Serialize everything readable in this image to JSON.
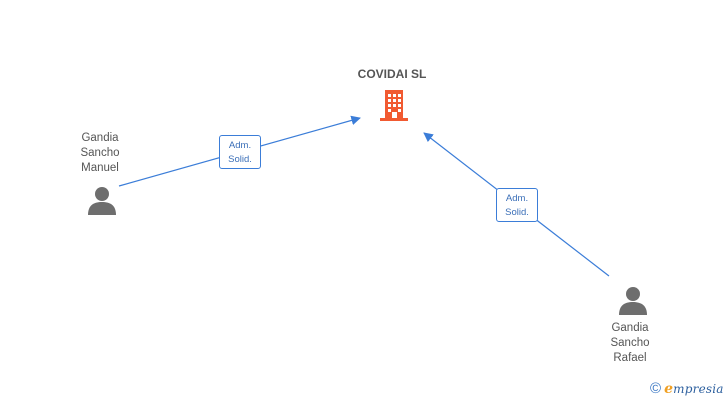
{
  "company": {
    "name": "COVIDAI SL",
    "icon": "building-icon",
    "icon_color": "#f15a31"
  },
  "people": [
    {
      "id": "manuel",
      "name_lines": [
        "Gandia",
        "Sancho",
        "Manuel"
      ],
      "icon": "person-icon"
    },
    {
      "id": "rafael",
      "name_lines": [
        "Gandia",
        "Sancho",
        "Rafael"
      ],
      "icon": "person-icon"
    }
  ],
  "relations": [
    {
      "from": "manuel",
      "to": "company",
      "label_lines": [
        "Adm.",
        "Solid."
      ]
    },
    {
      "from": "rafael",
      "to": "company",
      "label_lines": [
        "Adm.",
        "Solid."
      ]
    }
  ],
  "colors": {
    "edge": "#3b7dd8",
    "person_icon": "#6e6e6e",
    "text": "#555555"
  },
  "footer": {
    "copyright_symbol": "©",
    "brand_initial": "e",
    "brand_rest": "mpresia"
  }
}
